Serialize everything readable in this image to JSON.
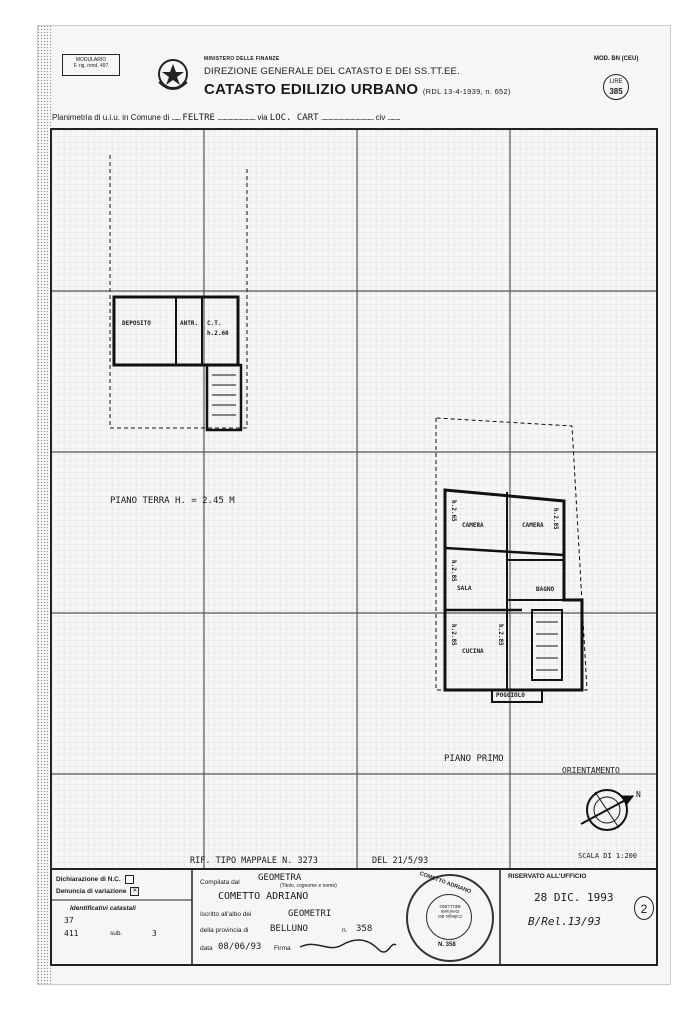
{
  "header": {
    "modulario_label": "MODULARIO",
    "modulario_sub": "F. rig. rend. 497",
    "ministry": "MINISTERO DELLE FINANZE",
    "direction": "DIREZIONE GENERALE DEL CATASTO E DEI SS.TT.EE.",
    "title": "CATASTO EDILIZIO URBANO",
    "law": "(RDL 13-4-1939, n. 652)",
    "mod_code": "MOD. BN (CEU)",
    "lire_label": "LIRE",
    "lire_value": "385"
  },
  "plan_line": {
    "label": "Planimetria di u.i.u. in Comune di",
    "comune": "FELTRE",
    "via_label": "via",
    "via_value": "LOC.  CART",
    "civ_label": "civ"
  },
  "drawing": {
    "ground_floor_label": "PIANO  TERRA  H. = 2.45 M",
    "first_floor_label": "PIANO  PRIMO",
    "orientation_label": "ORIENTAMENTO",
    "north_label": "N",
    "scale_label": "SCALA DI 1:200",
    "reference_line": "RIF. TIPO MAPPALE N. 3273",
    "reference_date": "DEL 21/5/93",
    "ground_rooms": [
      "DEPOSITO",
      "ANTR.",
      "C.T."
    ],
    "first_rooms": [
      "CAMERA",
      "CAMERA",
      "SALA",
      "BAGNO",
      "CUCINA",
      "POGGIOLO"
    ],
    "heights": [
      "h.2.60",
      "h.2.65",
      "h.2.85",
      "h.2.85",
      "h.2.85",
      "h.2.85"
    ]
  },
  "footer": {
    "declaration_nc": "Dichiarazione di N.C.",
    "declaration_var": "Denuncia di variazione",
    "ids_label": "Identificativi catastali",
    "foglio": "37",
    "mappale": "411",
    "sub_label": "sub.",
    "sub": "3",
    "compiled_label": "Compilata dal",
    "compiled_title": "GEOMETRA",
    "compiled_hint": "(Titolo, cognome e nome)",
    "compiled_name": "COMETTO  ADRIANO",
    "albo_label": "Iscritto all'albo dei",
    "albo_value": "GEOMETRI",
    "province_label": "della provincia di",
    "province_value": "BELLUNO",
    "number_label": "n.",
    "number_value": "358",
    "date_label": "data",
    "date_value": "08/06/93",
    "signature_label": "Firma",
    "reserved_label": "RISERVATO ALL'UFFICIO",
    "office_date": "28 DIC. 1993",
    "office_note": "B/Rel.13/93",
    "sheet_number": "2",
    "stamp_text": "COMETTO  ADRIANO",
    "stamp_inner": "Collegio dei Geometri BELLUNO",
    "stamp_number": "N. 358"
  }
}
